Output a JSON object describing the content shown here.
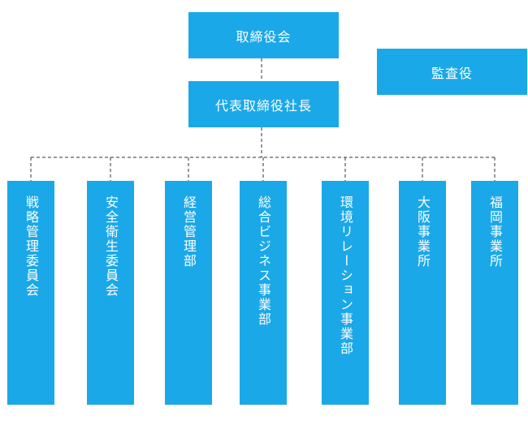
{
  "top": {
    "board": "取締役会",
    "auditor": "監査役",
    "president": "代表取締役社長"
  },
  "departments": [
    "戦略管理委員会",
    "安全衛生委員会",
    "経営管理部",
    "総合ビジネス事業部",
    "環境リレーション事業部",
    "大阪事業所",
    "福岡事業所"
  ],
  "colors": {
    "box": "#1ba8e8",
    "text": "#ffffff",
    "connector": "#333333"
  }
}
